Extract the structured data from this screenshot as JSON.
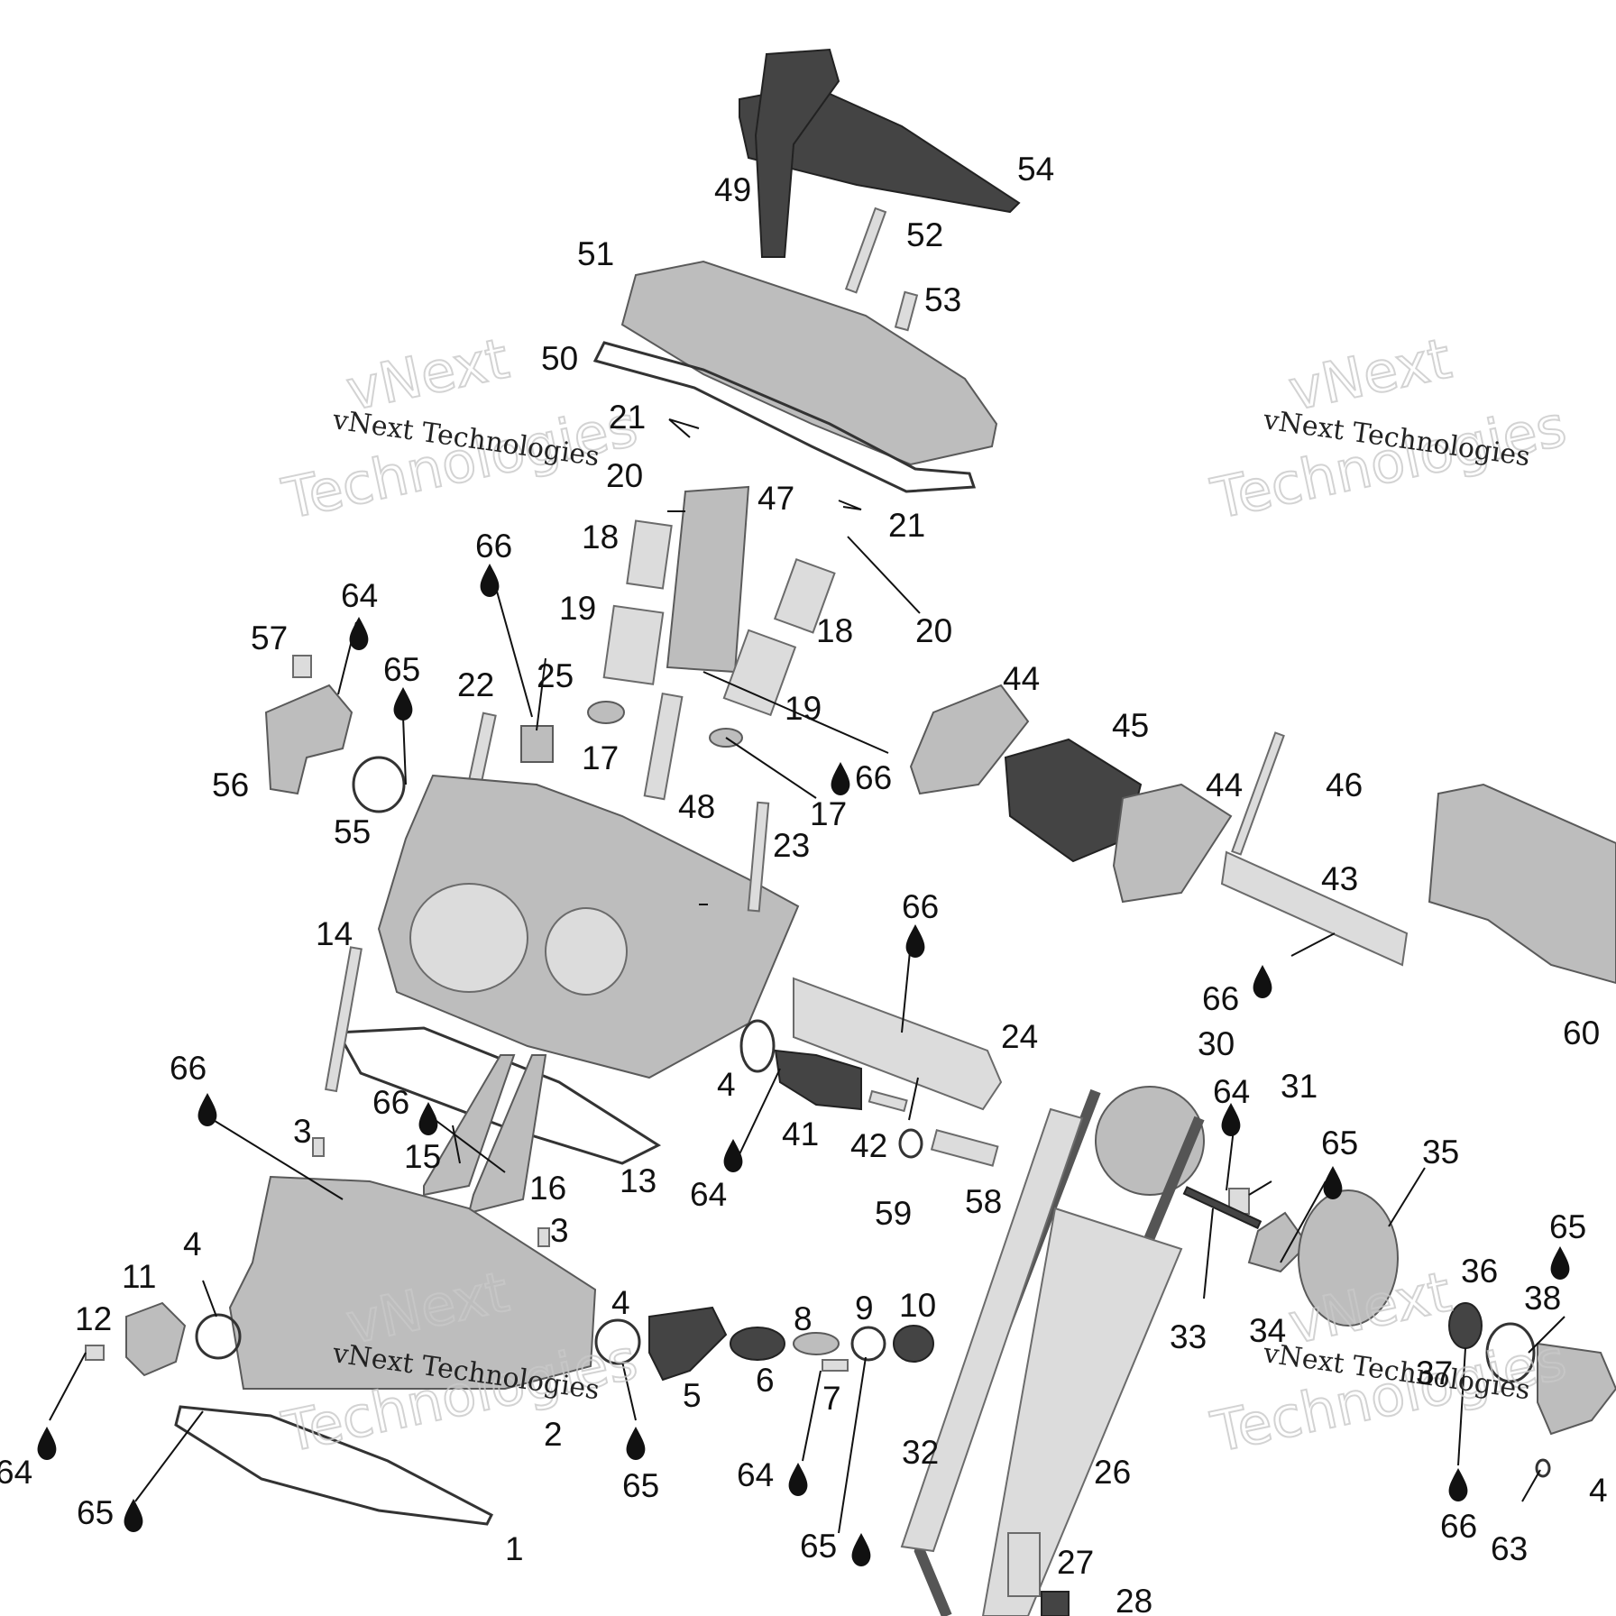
{
  "watermark": {
    "small": "vNext Technologies",
    "big_line1": "vNext",
    "big_line2": "Technologies"
  },
  "labels": {
    "n1": "1",
    "n2": "2",
    "n3a": "3",
    "n3b": "3",
    "n4a": "4",
    "n4b": "4",
    "n4c": "4",
    "n5": "5",
    "n6": "6",
    "n7": "7",
    "n8": "8",
    "n9": "9",
    "n10": "10",
    "n11": "11",
    "n12": "12",
    "n13": "13",
    "n14": "14",
    "n15": "15",
    "n16": "16",
    "n17a": "17",
    "n17b": "17",
    "n18a": "18",
    "n18b": "18",
    "n19a": "19",
    "n19b": "19",
    "n20a": "20",
    "n20b": "20",
    "n21a": "21",
    "n21b": "21",
    "n22": "22",
    "n23": "23",
    "n24": "24",
    "n25": "25",
    "n26": "26",
    "n27": "27",
    "n28": "28",
    "n30": "30",
    "n31": "31",
    "n32": "32",
    "n33": "33",
    "n34": "34",
    "n35": "35",
    "n36": "36",
    "n37": "37",
    "n38": "38",
    "n41": "41",
    "n42": "42",
    "n43": "43",
    "n44a": "44",
    "n44b": "44",
    "n45": "45",
    "n46": "46",
    "n47": "47",
    "n48": "48",
    "n49": "49",
    "n50": "50",
    "n51": "51",
    "n52": "52",
    "n53": "53",
    "n54": "54",
    "n55": "55",
    "n56": "56",
    "n57": "57",
    "n58": "58",
    "n59": "59",
    "n60": "60",
    "n63": "63",
    "n64a": "64",
    "n64b": "64",
    "n64c": "64",
    "n64d": "64",
    "n64e": "64",
    "n65a": "65",
    "n65b": "65",
    "n65c": "65",
    "n65d": "65",
    "n65e": "65",
    "n65f": "65",
    "n66a": "66",
    "n66b": "66",
    "n66c": "66",
    "n66d": "66",
    "n66e": "66",
    "n66f": "66",
    "n66g": "66",
    "n4edge": "4"
  }
}
